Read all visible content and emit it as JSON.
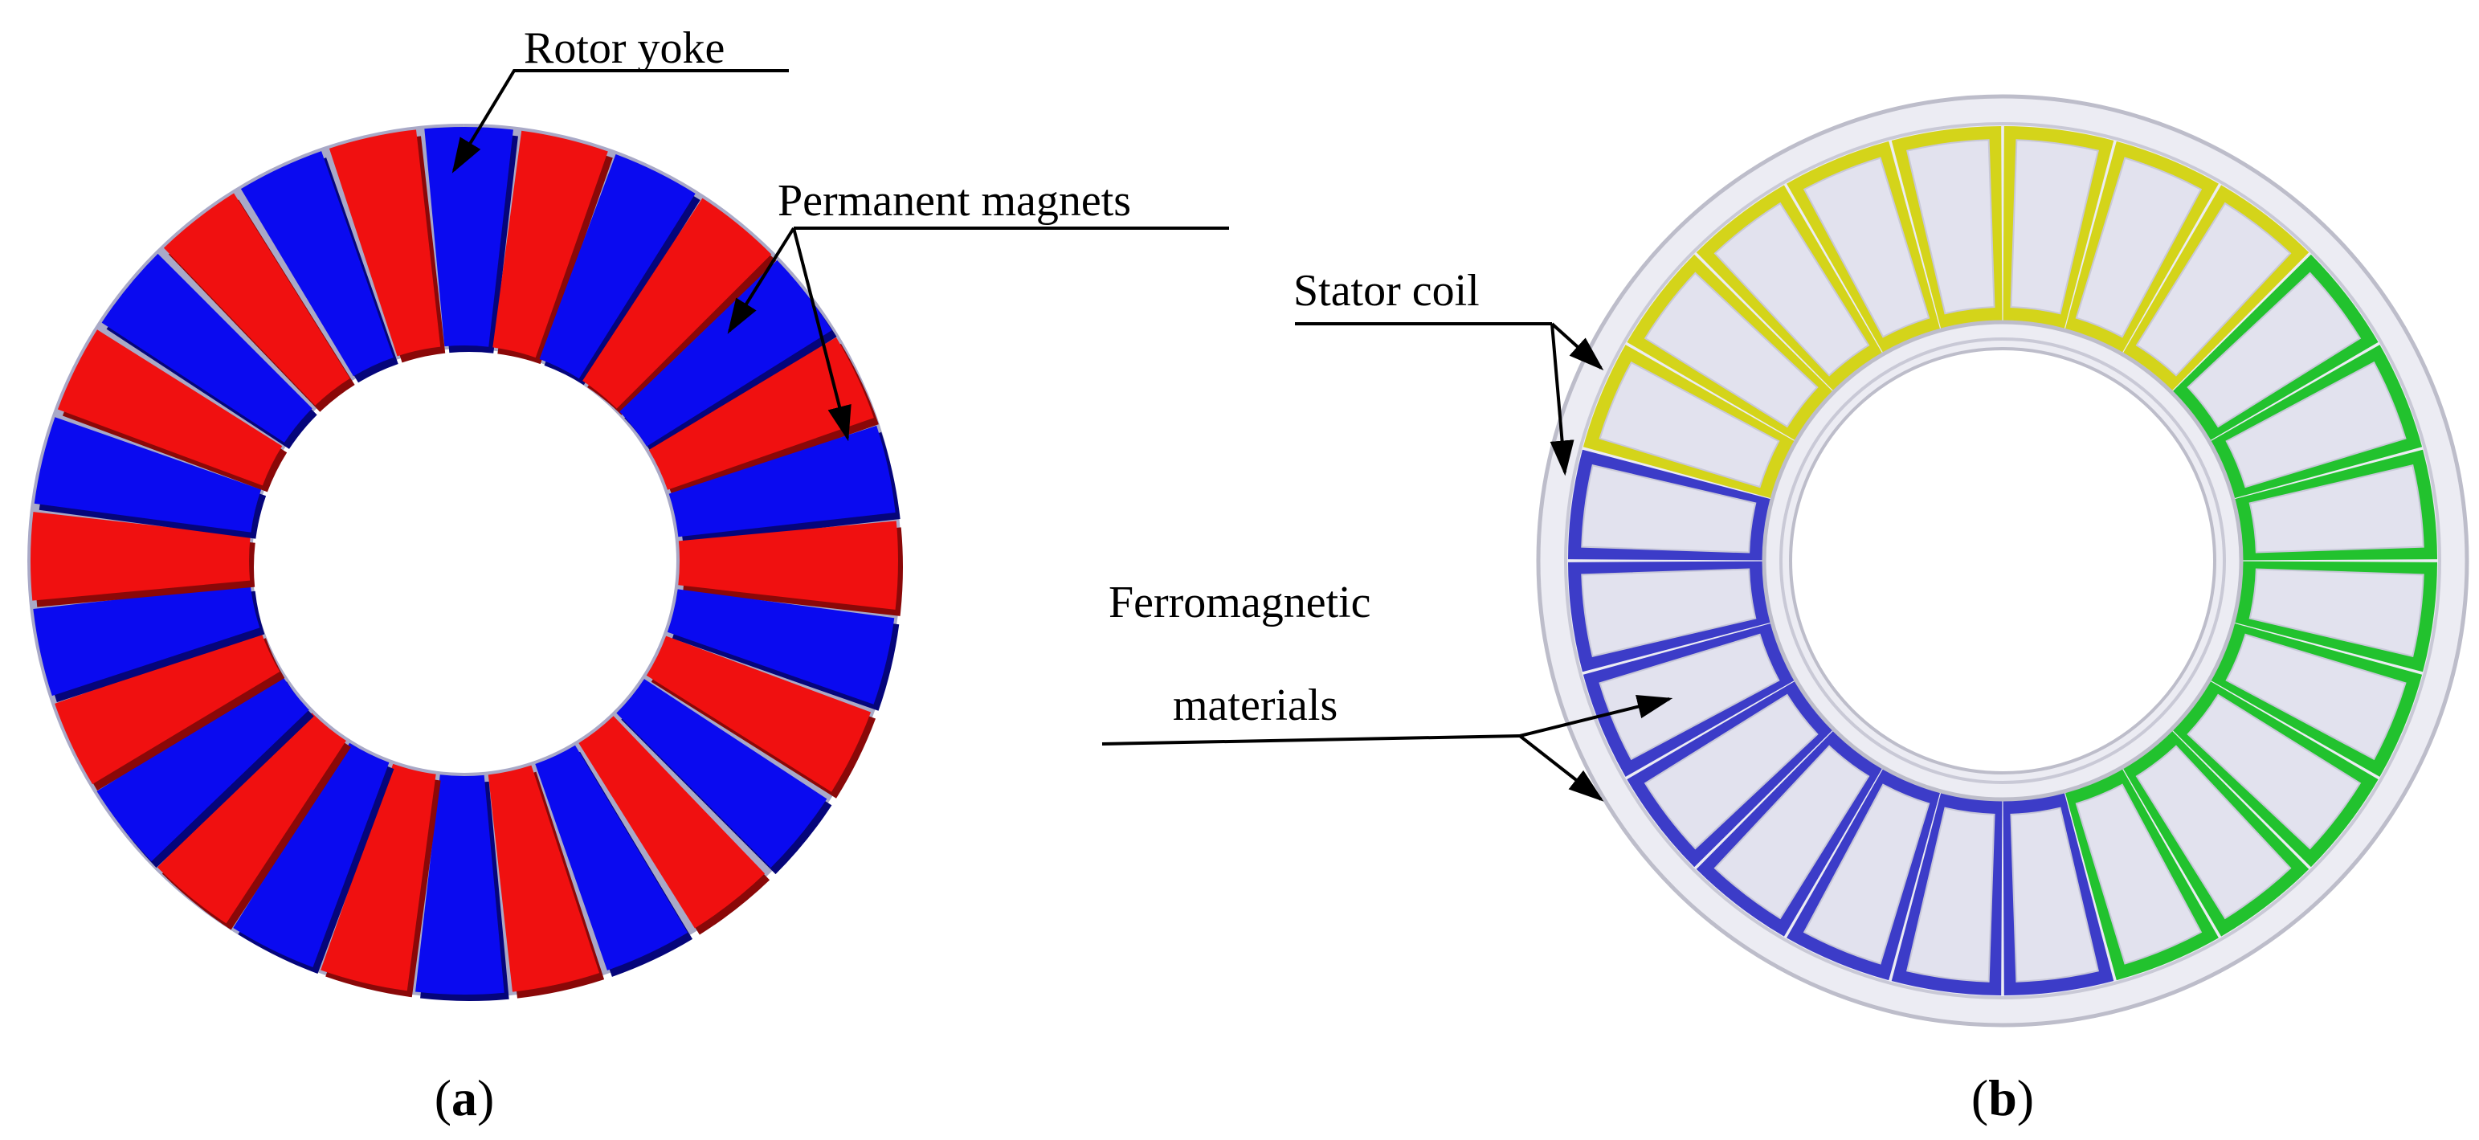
{
  "panel_a": {
    "labels": {
      "rotor_yoke": "Rotor yoke",
      "permanent_magnets": "Permanent magnets"
    },
    "caption": {
      "open": "(",
      "letter": "a",
      "close": ")"
    },
    "magnet_count": 28,
    "colors": {
      "north": "#0a0af0",
      "south": "#f01010",
      "yoke": "#a9a9c7"
    }
  },
  "panel_b": {
    "labels": {
      "stator_coil": "Stator coil",
      "ferromagnetic_line1": "Ferromagnetic",
      "ferromagnetic_line2": "materials"
    },
    "caption": {
      "open": "(",
      "letter": "b",
      "close": ")"
    },
    "coil_count": 24,
    "colors": {
      "phase_yellow": "#d4d41a",
      "phase_green": "#22c22e",
      "phase_blue": "#3c3cc8",
      "core": "#e2e2ee",
      "ring": "#bebecc"
    }
  }
}
